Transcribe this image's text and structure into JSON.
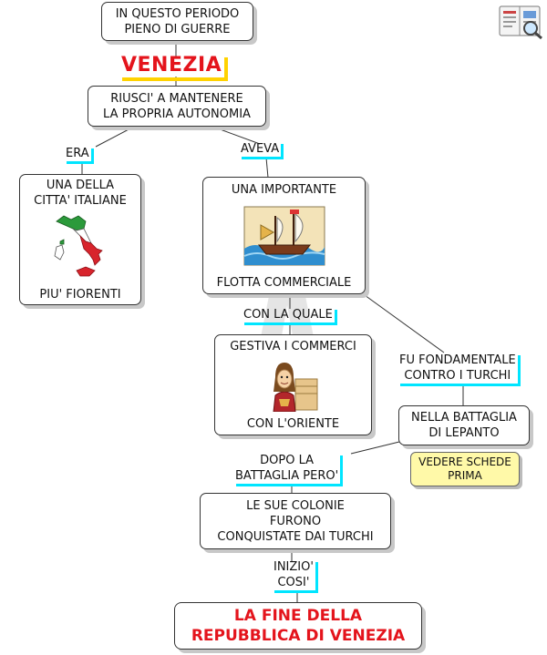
{
  "nodes": {
    "top": [
      "IN QUESTO PERIODO",
      "PIENO DI GUERRE"
    ],
    "title": "VENEZIA",
    "autonomy": [
      "RIUSCI' A MANTENERE",
      "LA PROPRIA AUTONOMIA"
    ],
    "city": {
      "line1": "UNA DELLA",
      "line2": "CITTA' ITALIANE",
      "line3": "PIU' FIORENTI"
    },
    "fleet": {
      "line1": "UNA IMPORTANTE",
      "line2": "FLOTTA COMMERCIALE"
    },
    "trade": {
      "line1": "GESTIVA I COMMERCI",
      "line2": "CON L'ORIENTE"
    },
    "lepanto": [
      "NELLA BATTAGLIA",
      "DI LEPANTO"
    ],
    "colonies": [
      "LE SUE COLONIE",
      "FURONO",
      "CONQUISTATE DAI TURCHI"
    ],
    "final": [
      "LA FINE DELLA",
      "REPUBBLICA DI VENEZIA"
    ]
  },
  "labels": {
    "era": "ERA",
    "aveva": "AVEVA",
    "con_la_quale": "CON LA QUALE",
    "fu_fondamentale": [
      "FU FONDAMENTALE",
      "CONTRO I TURCHI"
    ],
    "dopo_la": [
      "DOPO LA",
      "BATTAGLIA PERO'"
    ],
    "inizio": [
      "INIZIO'",
      "COSI'"
    ]
  },
  "note": [
    "VEDERE SCHEDE",
    "PRIMA"
  ],
  "icons": {
    "corner": "book-magnifier-icon",
    "italy": "italy-map-icon",
    "ship": "ship-icon",
    "merchant": "merchant-icon"
  },
  "colors": {
    "title_red": "#e4141c",
    "cyan_accent": "#00e5ff",
    "yellow_accent": "#ffd200",
    "note_bg": "#fff9a8"
  }
}
